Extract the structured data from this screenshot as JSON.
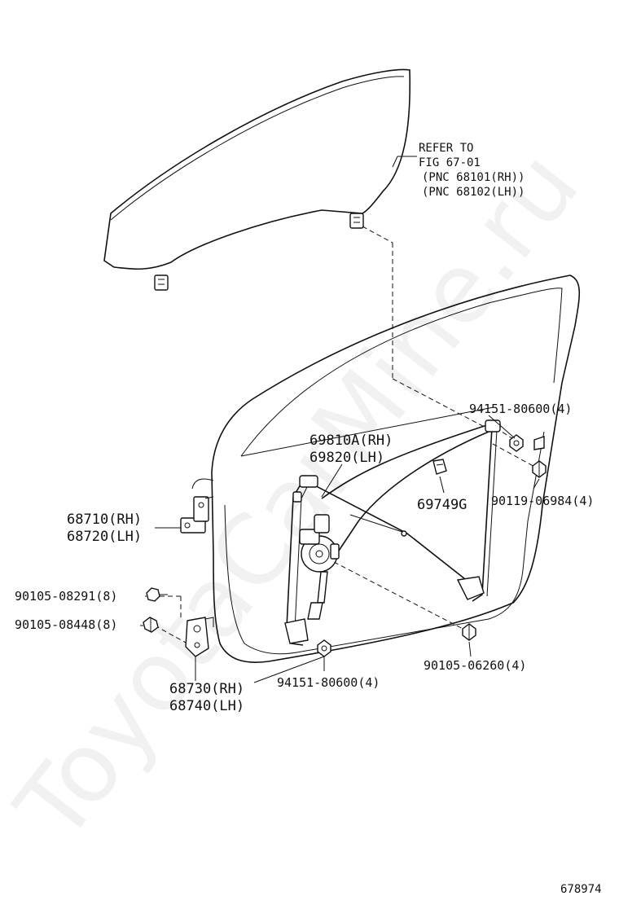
{
  "diagram": {
    "watermark": "ToyotaCarMine.ru",
    "figure_number": "678974",
    "reference_note": [
      "REFER TO",
      "FIG 67-01",
      "(PNC 68101(RH))",
      "(PNC 68102(LH))"
    ],
    "parts": {
      "regulator_rh": "69810A(RH)",
      "regulator_lh": "69820(LH)",
      "clip_69749g": "69749G",
      "nut_top": "94151-80600(4)",
      "bolt_90119": "90119-06984(4)",
      "hinge_upper_rh": "68710(RH)",
      "hinge_upper_lh": "68720(LH)",
      "bolt_08291": "90105-08291(8)",
      "bolt_08448": "90105-08448(8)",
      "hinge_lower_rh": "68730(RH)",
      "hinge_lower_lh": "68740(LH)",
      "nut_bottom": "94151-80600(4)",
      "bolt_06260": "90105-06260(4)"
    }
  }
}
